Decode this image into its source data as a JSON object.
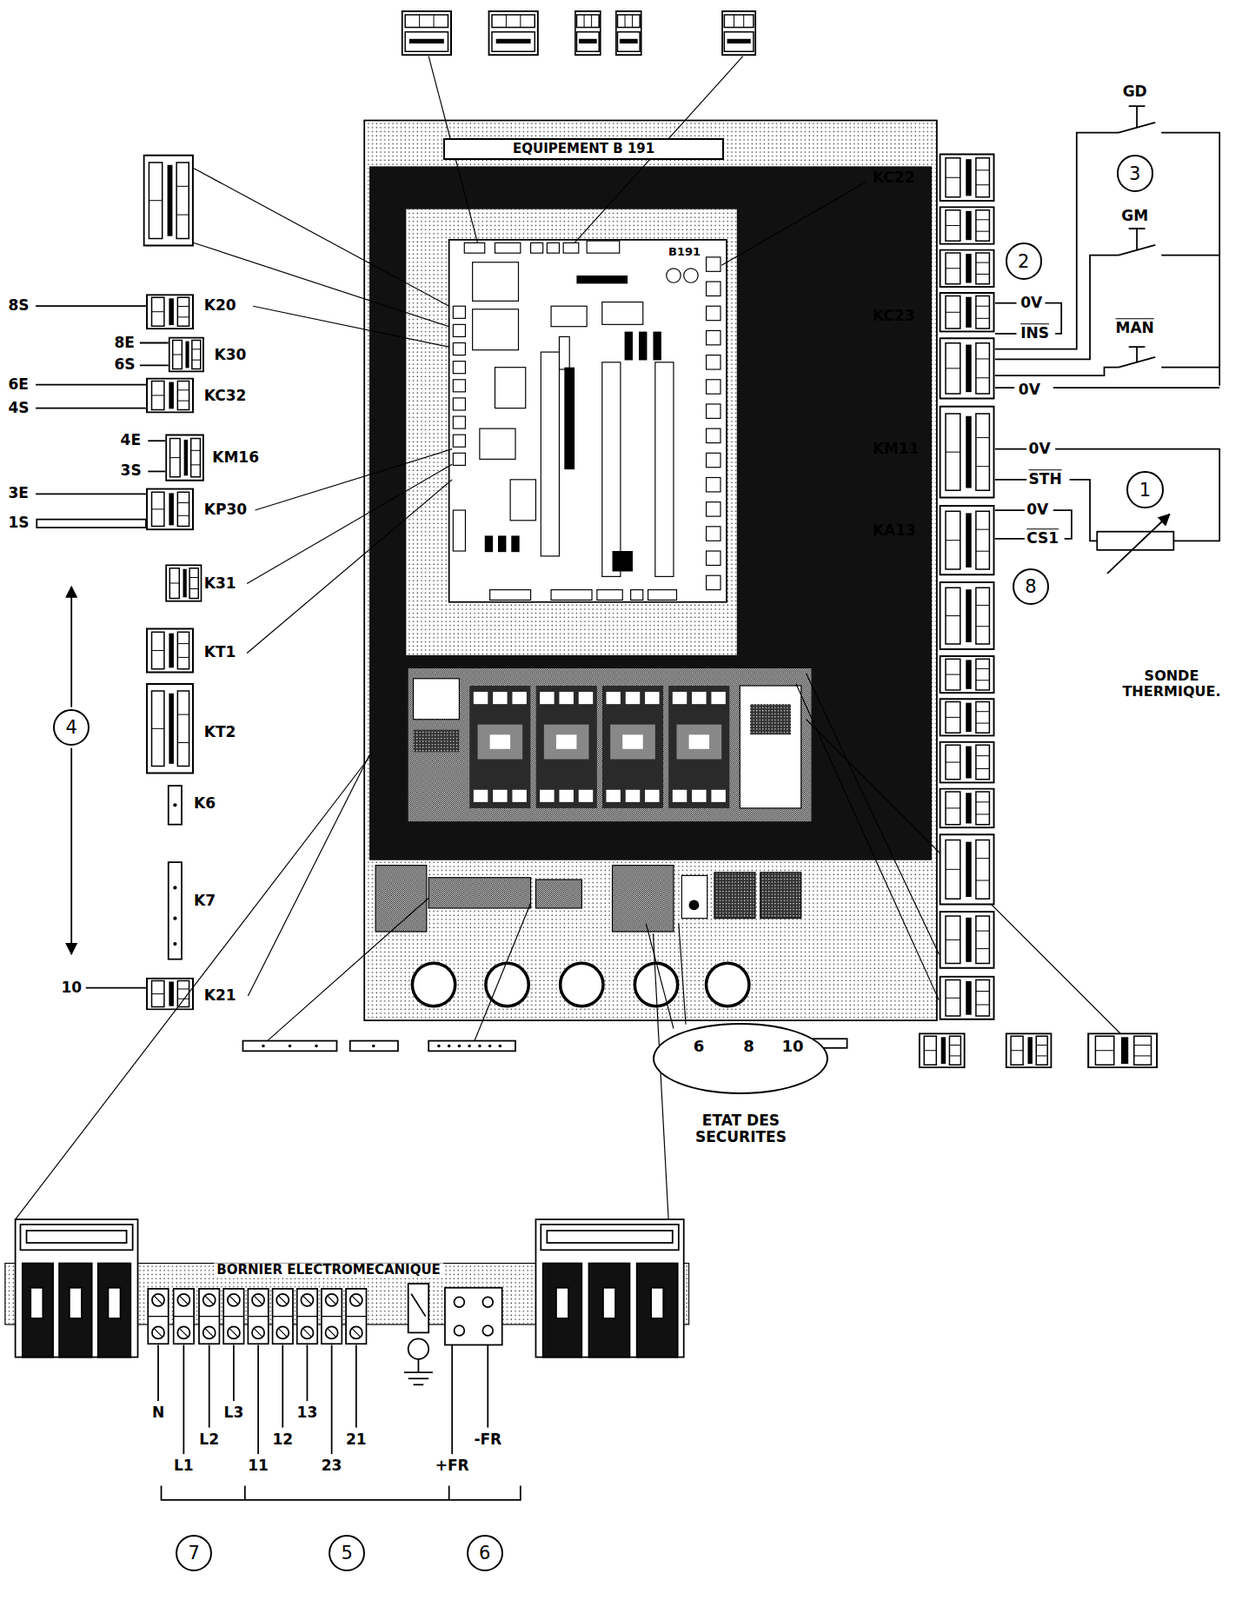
{
  "diagram": {
    "nodes": [
      {
        "text": [
          "EQUIPEMENT B 191"
        ]
      },
      {
        "text": [
          "3"
        ]
      },
      {
        "text": [
          "2"
        ]
      },
      {
        "text": [
          "1"
        ]
      },
      {
        "text": [
          "8"
        ]
      },
      {
        "text": [
          "4"
        ]
      },
      {
        "text": [
          "6",
          "8",
          "10"
        ]
      },
      {
        "text": [
          "7"
        ]
      },
      {
        "text": [
          "5"
        ]
      },
      {
        "text": [
          "6"
        ]
      }
    ],
    "labels": [
      "B191",
      "8S",
      "K20",
      "8E",
      "K30",
      "6S",
      "6E",
      "KC32",
      "4S",
      "4E",
      "KM16",
      "3S",
      "3E",
      "KP30",
      "1S",
      "K31",
      "KT1",
      "KT2",
      "K6",
      "K7",
      "10",
      "K21",
      "KC22",
      "KC23",
      "0V",
      "INS",
      "GD",
      "GM",
      "MAN",
      "0V",
      "KM11",
      "0V",
      "STH",
      "KA13",
      "0V",
      "CS1",
      "SONDE THERMIQUE.",
      "ETAT DES SECURITES",
      "BORNIER ELECTROMECANIQUE",
      "N",
      "L1",
      "L2",
      "L3",
      "11",
      "12",
      "13",
      "23",
      "21",
      "+FR",
      "-FR"
    ]
  }
}
